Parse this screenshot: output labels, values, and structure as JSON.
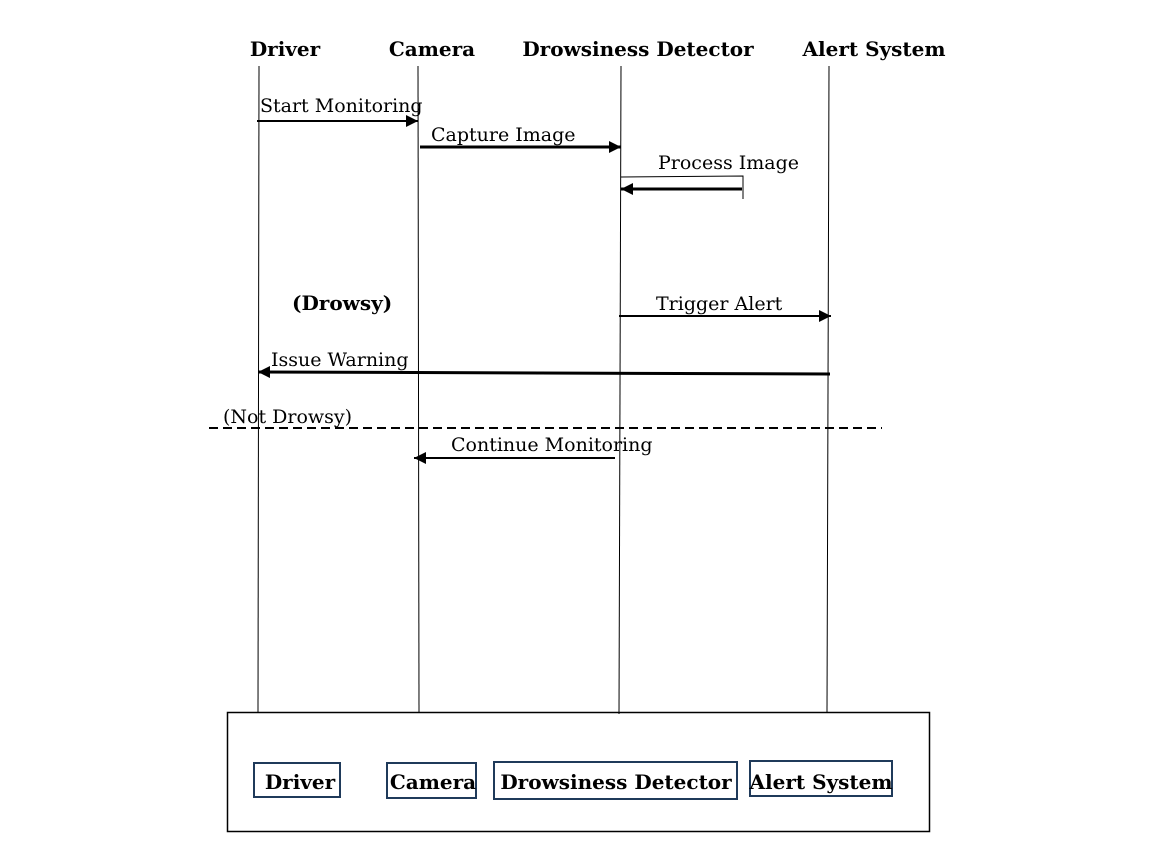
{
  "participants": [
    {
      "id": "driver",
      "name": "Driver"
    },
    {
      "id": "camera",
      "name": "Camera"
    },
    {
      "id": "detector",
      "name": "Drowsiness Detector"
    },
    {
      "id": "alert",
      "name": "Alert System"
    }
  ],
  "messages": [
    {
      "id": "start-monitoring",
      "label": "Start Monitoring",
      "from": "driver",
      "to": "camera"
    },
    {
      "id": "capture-image",
      "label": "Capture Image",
      "from": "camera",
      "to": "detector"
    },
    {
      "id": "process-image",
      "label": "Process Image",
      "from": "detector",
      "to": "detector",
      "self": true
    },
    {
      "id": "trigger-alert",
      "label": "Trigger Alert",
      "from": "detector",
      "to": "alert"
    },
    {
      "id": "issue-warning",
      "label": "Issue Warning",
      "from": "alert",
      "to": "driver"
    },
    {
      "id": "continue-monitoring",
      "label": "Continue Monitoring",
      "from": "detector",
      "to": "camera"
    }
  ],
  "guards": {
    "drowsy": "(Drowsy)",
    "not_drowsy": "(Not Drowsy)"
  }
}
